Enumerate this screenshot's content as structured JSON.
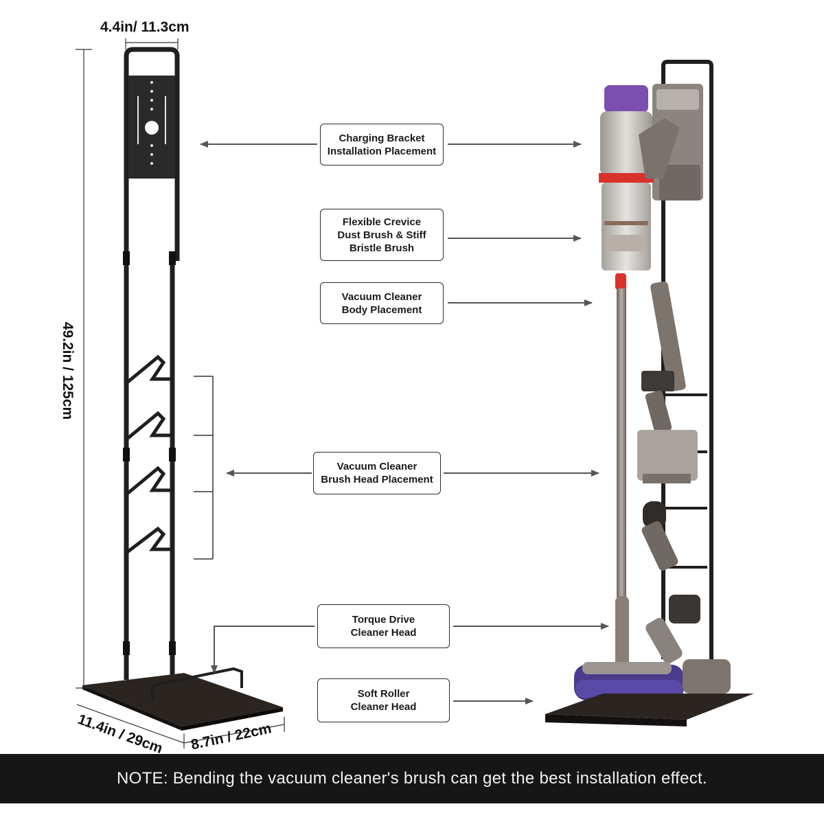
{
  "dimensions": {
    "width": "4.4in/ 11.3cm",
    "height": "49.2in / 125cm",
    "depth": "11.4in / 29cm",
    "base_width": "8.7in / 22cm"
  },
  "callouts": [
    {
      "id": "charging-bracket",
      "lines": [
        "Charging Bracket",
        "Installation Placement"
      ]
    },
    {
      "id": "crevice-brush",
      "lines": [
        "Flexible Crevice",
        "Dust Brush & Stiff",
        "Bristle Brush"
      ]
    },
    {
      "id": "body-placement",
      "lines": [
        "Vacuum Cleaner",
        "Body Placement"
      ]
    },
    {
      "id": "brush-head",
      "lines": [
        "Vacuum Cleaner",
        "Brush Head Placement"
      ]
    },
    {
      "id": "torque-drive",
      "lines": [
        "Torque Drive",
        "Cleaner Head"
      ]
    },
    {
      "id": "soft-roller",
      "lines": [
        "Soft Roller",
        "Cleaner Head"
      ]
    }
  ],
  "note": "NOTE: Bending the vacuum cleaner's brush can get the best installation effect.",
  "colors": {
    "frame": "#1f1f1f",
    "note_bar": "#161616",
    "vacuum_purple": "#7b4fb0",
    "vacuum_red": "#d9322b"
  }
}
